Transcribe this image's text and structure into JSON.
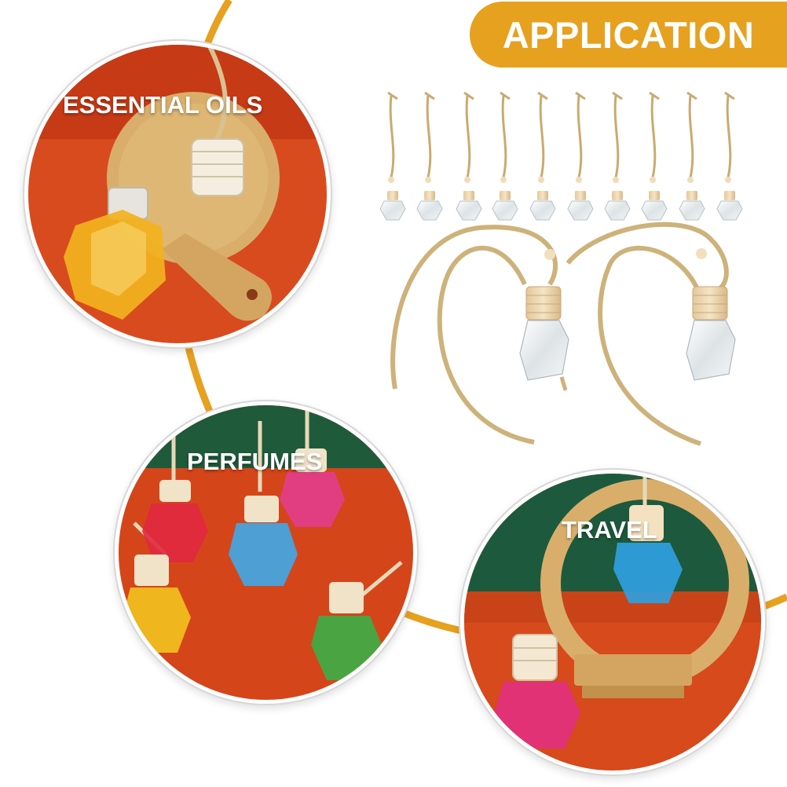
{
  "banner": {
    "text": "APPLICATION",
    "color": "#E6A11F"
  },
  "accent_curve_color": "#E6A11F",
  "panels": [
    {
      "label": "ESSENTIAL OILS",
      "bottle_color": "#F2B21E"
    },
    {
      "label": "PERFUMES",
      "bottle_colors": [
        "#E0283F",
        "#3FA9E8",
        "#E23D8E",
        "#F2C21E",
        "#3BAE47"
      ]
    },
    {
      "label": "TRAVEL",
      "bottle_colors": [
        "#2F9FE0",
        "#E2307E"
      ]
    }
  ],
  "product": {
    "small_bottle_count": 10,
    "large_bottle_count": 2
  }
}
